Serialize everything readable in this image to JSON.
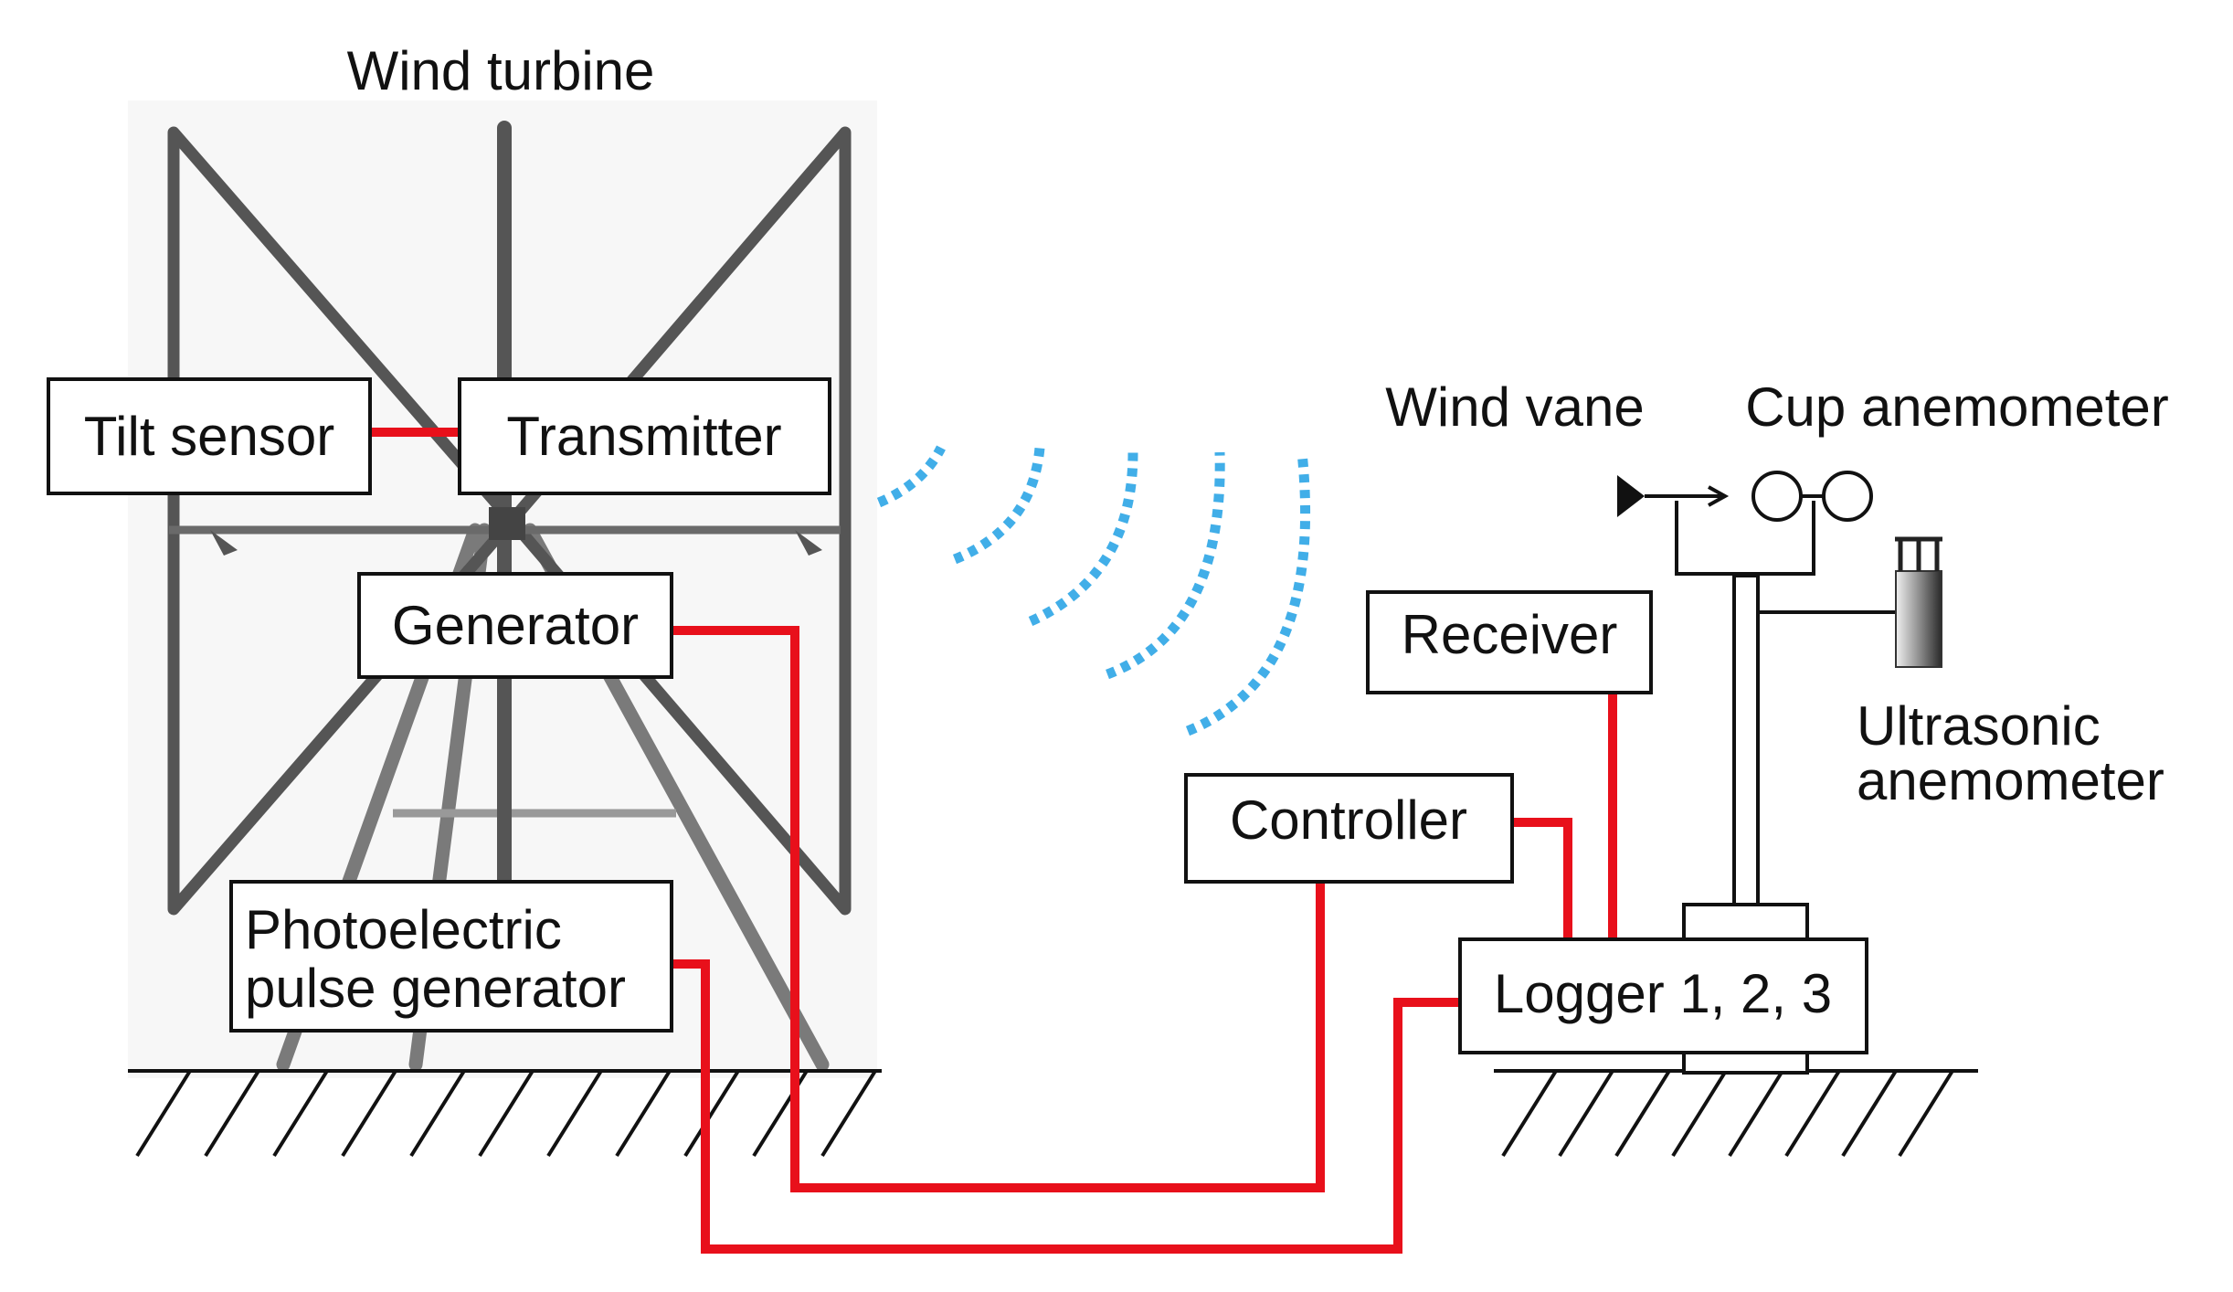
{
  "labels": {
    "wind_turbine": "Wind turbine",
    "tilt_sensor": "Tilt sensor",
    "transmitter": "Transmitter",
    "generator": "Generator",
    "photoelectric_line1": "Photoelectric",
    "photoelectric_line2": "pulse generator",
    "wind_vane": "Wind vane",
    "cup_anemometer": "Cup anemometer",
    "receiver": "Receiver",
    "controller": "Controller",
    "logger": "Logger 1, 2, 3",
    "ultrasonic_line1": "Ultrasonic",
    "ultrasonic_line2": "anemometer"
  },
  "colors": {
    "wire": "#e8101b",
    "radio_wave": "#41aee8",
    "turbine_frame": "#555555",
    "outline": "#111111"
  }
}
